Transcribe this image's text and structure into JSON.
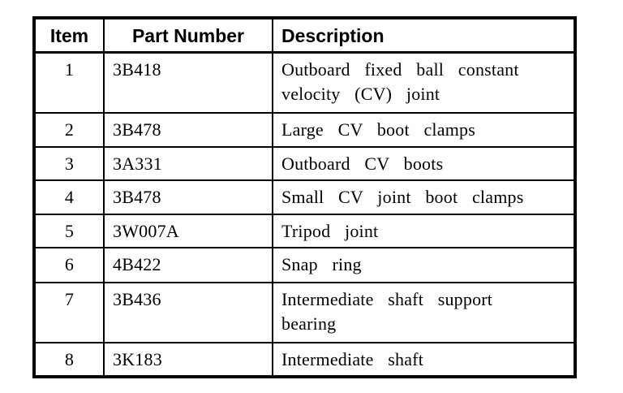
{
  "colors": {
    "background": "#ffffff",
    "border": "#000000",
    "text": "#000000"
  },
  "table": {
    "headers": {
      "item": "Item",
      "part_number": "Part Number",
      "description": "Description"
    },
    "rows": [
      {
        "item": "1",
        "part_number": "3B418",
        "description": "Outboard fixed ball constant velocity (CV) joint"
      },
      {
        "item": "2",
        "part_number": "3B478",
        "description": "Large CV boot clamps"
      },
      {
        "item": "3",
        "part_number": "3A331",
        "description": "Outboard CV boots"
      },
      {
        "item": "4",
        "part_number": "3B478",
        "description": "Small CV joint boot clamps"
      },
      {
        "item": "5",
        "part_number": "3W007A",
        "description": "Tripod joint"
      },
      {
        "item": "6",
        "part_number": "4B422",
        "description": "Snap ring"
      },
      {
        "item": "7",
        "part_number": "3B436",
        "description": "Intermediate shaft support bearing"
      },
      {
        "item": "8",
        "part_number": "3K183",
        "description": "Intermediate shaft"
      }
    ]
  }
}
